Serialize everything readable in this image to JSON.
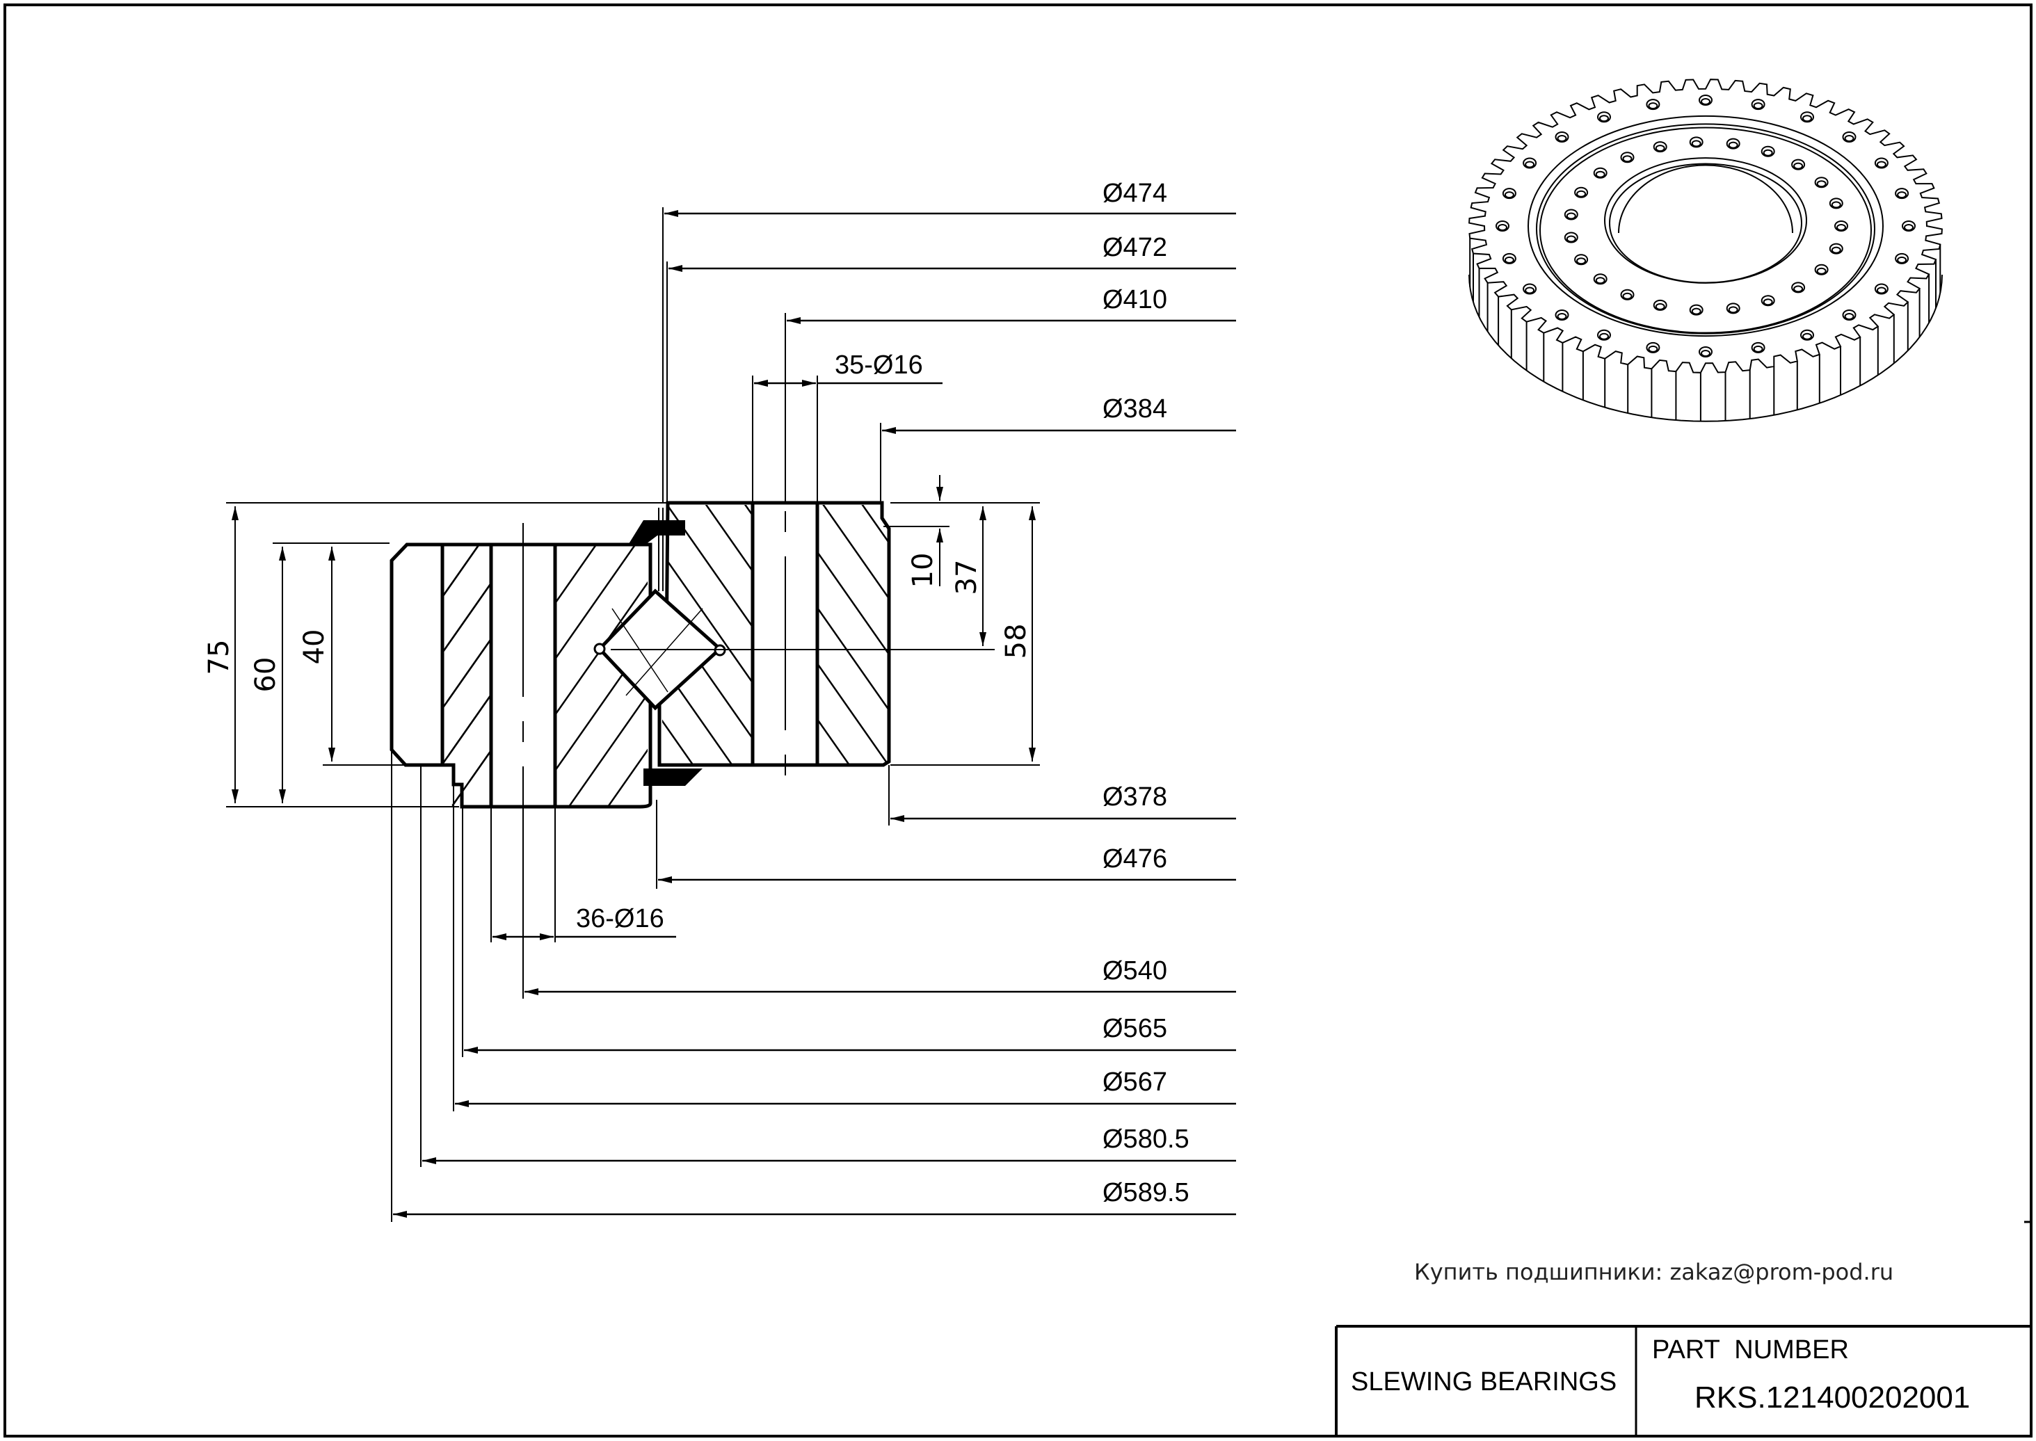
{
  "drawing": {
    "title_block": {
      "product_type": "SLEWING BEARINGS",
      "part_number_label": "PART  NUMBER",
      "part_number": "RKS.121400202001"
    },
    "contact_note": "Купить подшипники: zakaz@prom-pod.ru",
    "diameter_dimensions_top": [
      {
        "id": "d474",
        "label": "Ø474"
      },
      {
        "id": "d472",
        "label": "Ø472"
      },
      {
        "id": "d410",
        "label": "Ø410"
      },
      {
        "id": "d384",
        "label": "Ø384"
      }
    ],
    "hole_callouts": {
      "inner_ring_holes": "35-Ø16",
      "outer_ring_holes": "36-Ø16"
    },
    "diameter_dimensions_bottom": [
      {
        "id": "d378",
        "label": "Ø378"
      },
      {
        "id": "d476",
        "label": "Ø476"
      },
      {
        "id": "d540",
        "label": "Ø540"
      },
      {
        "id": "d565",
        "label": "Ø565"
      },
      {
        "id": "d567",
        "label": "Ø567"
      },
      {
        "id": "d580_5",
        "label": "Ø580.5"
      },
      {
        "id": "d589_5",
        "label": "Ø589.5"
      }
    ],
    "height_dimensions_left": [
      {
        "id": "h75",
        "label": "75"
      },
      {
        "id": "h60",
        "label": "60"
      },
      {
        "id": "h40",
        "label": "40"
      }
    ],
    "height_dimensions_right": [
      {
        "id": "h10",
        "label": "10"
      },
      {
        "id": "h37",
        "label": "37"
      },
      {
        "id": "h58",
        "label": "58"
      }
    ],
    "isometric_view": {
      "description": "slewing bearing with external gear teeth",
      "outer_ring_hole_count": 36,
      "inner_ring_hole_count": 35
    }
  }
}
